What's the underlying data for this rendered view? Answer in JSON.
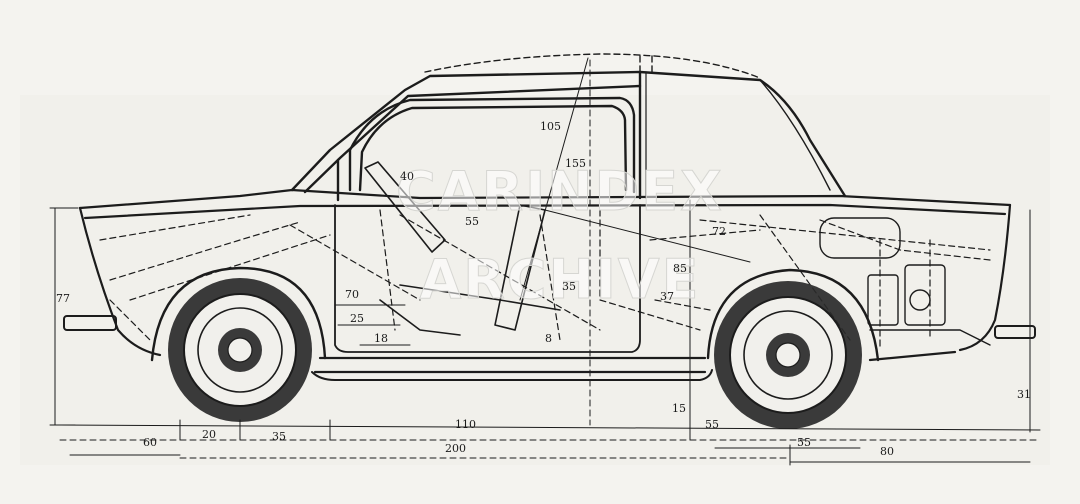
{
  "watermark": {
    "line1": "CARINDEX",
    "line2": "ARCHIVE"
  },
  "dimensions": {
    "d105": "105",
    "d155": "155",
    "d40": "40",
    "d55": "55",
    "d72": "72",
    "d85": "85",
    "d77": "77",
    "d70": "70",
    "d35a": "35",
    "d37": "37",
    "d25": "25",
    "d18": "18",
    "d8": "8",
    "d15": "15",
    "d110": "110",
    "d20": "20",
    "d35b": "35",
    "d60": "60",
    "d200": "200",
    "d55b": "55",
    "d55c": "55",
    "d80": "80",
    "d31": "31"
  },
  "colors": {
    "paper": "#f4f3ef",
    "ink": "#1c1c1c"
  }
}
